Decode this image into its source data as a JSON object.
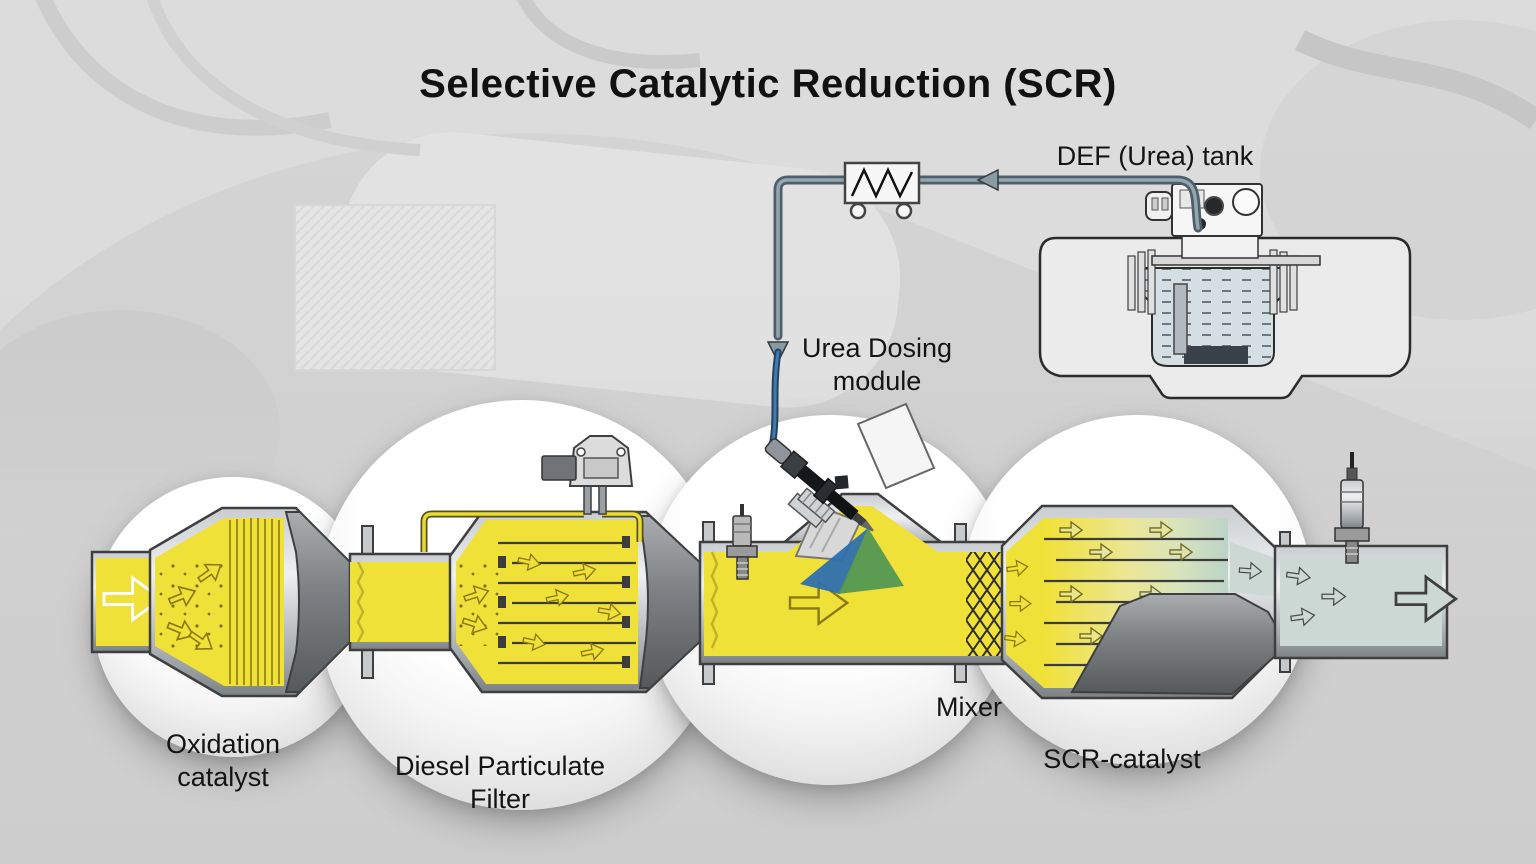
{
  "slide": {
    "title": "Selective Catalytic Reduction (SCR)"
  },
  "labels": {
    "def_tank": "DEF (Urea) tank",
    "urea_dosing_module": "Urea Dosing\nmodule",
    "oxidation_catalyst": "Oxidation\ncatalyst",
    "diesel_particulate_filter": "Diesel Particulate\nFilter",
    "mixer": "Mixer",
    "scr_catalyst": "SCR-catalyst"
  },
  "colors": {
    "background": "#d2d2d2",
    "exhaust_gas_yellow": "#f0e138",
    "treated_exhaust": "#ccd8d3",
    "urea_spray_blue": "#2e6fae",
    "urea_spray_green": "#4a9455",
    "def_line_gray": "#4f5f6a",
    "def_line_blue": "#2f5f92",
    "metal_gray": "#9aa0a4",
    "text": "#141414"
  }
}
